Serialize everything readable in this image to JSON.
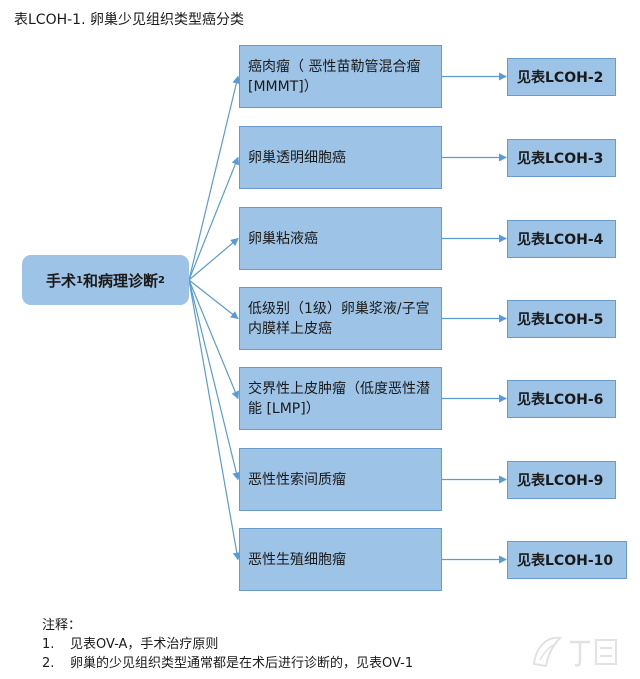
{
  "title": "表LCOH-1. 卵巢少见组织类型癌分类",
  "root": {
    "text": "手术",
    "sup1": "1",
    "text2": "和病理诊断",
    "sup2": "2"
  },
  "categories": [
    {
      "label": "癌肉瘤（ 恶性苗勒管混合瘤[MMMT]）",
      "ref": "见表LCOH-2"
    },
    {
      "label": "卵巢透明细胞癌",
      "ref": "见表LCOH-3"
    },
    {
      "label": "卵巢粘液癌",
      "ref": "见表LCOH-4"
    },
    {
      "label": "低级别（1级）卵巢浆液/子宫内膜样上皮癌",
      "ref": "见表LCOH-5"
    },
    {
      "label": "交界性上皮肿瘤（低度恶性潜能 [LMP]）",
      "ref": "见表LCOH-6"
    },
    {
      "label": "恶性性索间质瘤",
      "ref": "见表LCOH-9"
    },
    {
      "label": "恶性生殖细胞瘤",
      "ref": "见表LCOH-10"
    }
  ],
  "notes": {
    "heading": "注释：",
    "items": [
      {
        "num": "1.",
        "text": "见表OV-A，手术治疗原则"
      },
      {
        "num": "2.",
        "text": "卵巢的少见组织类型通常都是在术后进行诊断的，见表OV-1"
      }
    ]
  },
  "colors": {
    "box_fill": "#9dc3e6",
    "line": "#5b9bd5",
    "border": "#6a9acb"
  }
}
